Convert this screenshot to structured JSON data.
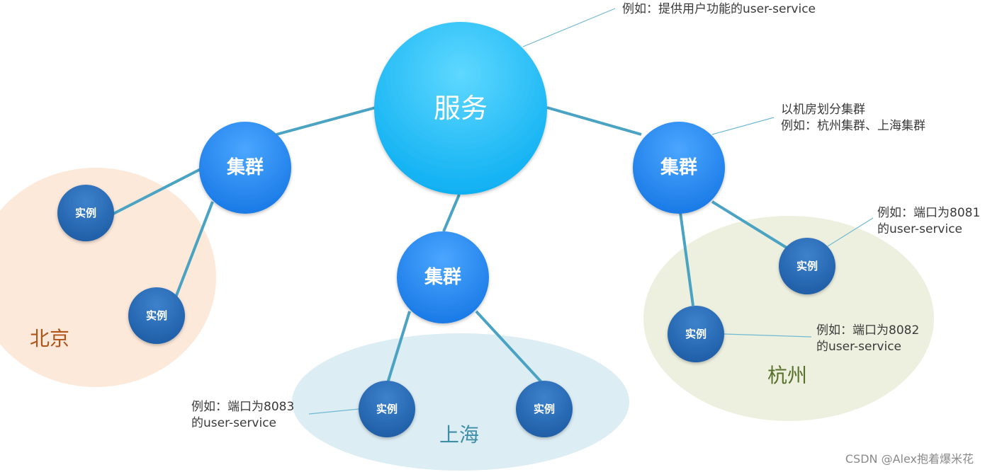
{
  "service": {
    "label": "服务"
  },
  "clusters": {
    "beijing": {
      "label": "集群"
    },
    "shanghai": {
      "label": "集群"
    },
    "hangzhou": {
      "label": "集群"
    }
  },
  "instances": {
    "bj1": "实例",
    "bj2": "实例",
    "sh1": "实例",
    "sh2": "实例",
    "hz1": "实例",
    "hz2": "实例"
  },
  "regions": {
    "beijing": "北京",
    "shanghai": "上海",
    "hangzhou": "杭州"
  },
  "notes": {
    "service": "例如：提供用户功能的user-service",
    "cluster_line1": "以机房划分集群",
    "cluster_line2": "例如：杭州集群、上海集群",
    "hz1_line1": "例如：端口为8081",
    "hz1_line2": "的user-service",
    "hz2_line1": "例如：端口为8082",
    "hz2_line2": "的user-service",
    "sh1_line1": "例如：端口为8083",
    "sh1_line2": "的user-service"
  },
  "colors": {
    "beijing_region": "#fde9da",
    "shanghai_region": "#dcedf3",
    "hangzhou_region": "#eef0df",
    "beijing_text": "#b0541a",
    "shanghai_text": "#3f8ea8",
    "hangzhou_text": "#56702a"
  },
  "watermark": "CSDN @Alex抱着爆米花"
}
